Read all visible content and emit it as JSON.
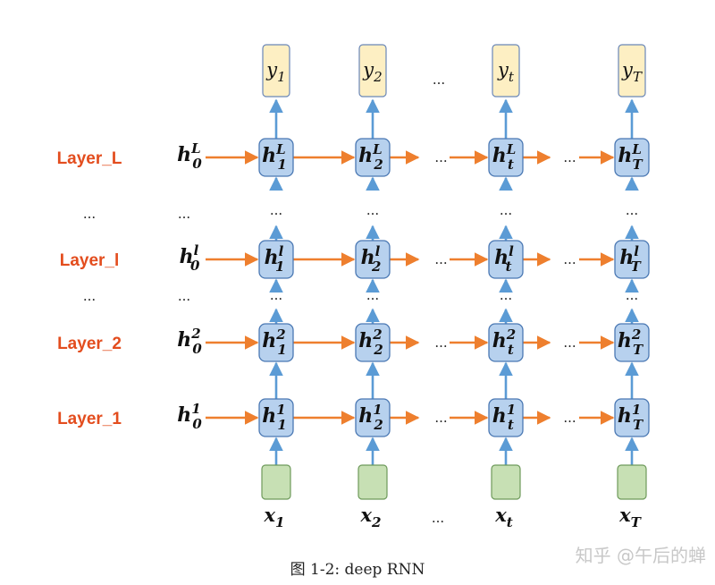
{
  "colors": {
    "arrow_horizontal": "#ee7f2e",
    "arrow_vertical": "#5b9bd5",
    "hidden_fill": "#b7d1ee",
    "hidden_stroke": "#4a78b3",
    "output_fill": "#fdefc3",
    "output_stroke": "#6a87b8",
    "input_fill": "#c7e0b4",
    "input_stroke": "#6e9a5b",
    "label": "#e34d1e"
  },
  "layers": [
    {
      "label": "Layer_L",
      "h0": {
        "base": "h",
        "sup": "L",
        "sub": "0"
      },
      "cells": [
        {
          "sup": "L",
          "sub": "1"
        },
        {
          "sup": "L",
          "sub": "2"
        },
        {
          "sup": "L",
          "sub": "t"
        },
        {
          "sup": "L",
          "sub": "T"
        }
      ]
    },
    {
      "label": "Layer_l",
      "h0": {
        "base": "h",
        "sup": "l",
        "sub": "0"
      },
      "cells": [
        {
          "sup": "l",
          "sub": "1"
        },
        {
          "sup": "l",
          "sub": "2"
        },
        {
          "sup": "l",
          "sub": "t"
        },
        {
          "sup": "l",
          "sub": "T"
        }
      ]
    },
    {
      "label": "Layer_2",
      "h0": {
        "base": "h",
        "sup": "2",
        "sub": "0"
      },
      "cells": [
        {
          "sup": "2",
          "sub": "1"
        },
        {
          "sup": "2",
          "sub": "2"
        },
        {
          "sup": "2",
          "sub": "t"
        },
        {
          "sup": "2",
          "sub": "T"
        }
      ]
    },
    {
      "label": "Layer_1",
      "h0": {
        "base": "h",
        "sup": "1",
        "sub": "0"
      },
      "cells": [
        {
          "sup": "1",
          "sub": "1"
        },
        {
          "sup": "1",
          "sub": "2"
        },
        {
          "sup": "1",
          "sub": "t"
        },
        {
          "sup": "1",
          "sub": "T"
        }
      ]
    }
  ],
  "gap_label": "...",
  "ellipsis": "...",
  "outputs": [
    {
      "base": "y",
      "sub": "1"
    },
    {
      "base": "y",
      "sub": "2"
    },
    {
      "base": "y",
      "sub": "t"
    },
    {
      "base": "y",
      "sub": "T"
    }
  ],
  "inputs": [
    {
      "base": "x",
      "sub": "1"
    },
    {
      "base": "x",
      "sub": "2"
    },
    {
      "base": "x",
      "sub": "t"
    },
    {
      "base": "x",
      "sub": "T"
    }
  ],
  "caption": "图 1-2: deep RNN",
  "watermark": "知乎 @午后的蝉"
}
